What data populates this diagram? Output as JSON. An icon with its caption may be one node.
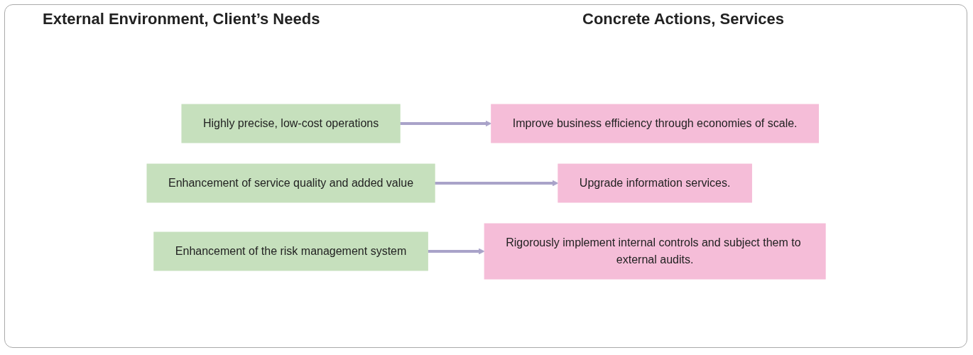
{
  "diagram": {
    "nodes": [
      {
        "text": [
          "Highly precise, low-cost operations"
        ]
      },
      {
        "text": [
          "Improve business efficiency through economies of scale."
        ]
      },
      {
        "text": [
          "Enhancement of service quality and added value"
        ]
      },
      {
        "text": [
          "Upgrade information services."
        ]
      },
      {
        "text": [
          "Enhancement of the risk management system"
        ]
      },
      {
        "text": [
          "Rigorously implement internal controls and subject them to external audits."
        ]
      }
    ],
    "edges": [
      {
        "from": 0,
        "to": 1,
        "arrow": "to"
      },
      {
        "from": 2,
        "to": 3,
        "arrow": "to"
      },
      {
        "from": 4,
        "to": 5,
        "arrow": "to"
      }
    ],
    "labels": [
      "External Environment, Client’s Needs",
      "Concrete Actions, Services"
    ]
  }
}
